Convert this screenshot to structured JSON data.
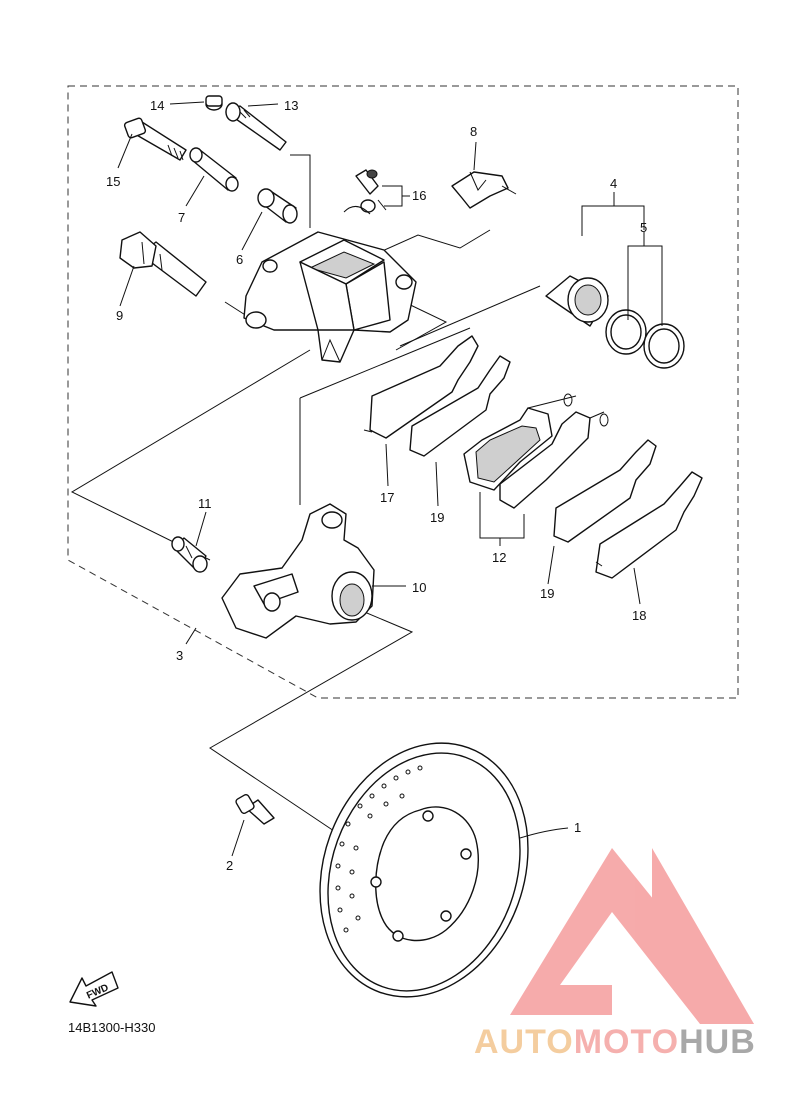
{
  "diagram_code": "14B1300-H330",
  "fwd_label": "FWD",
  "callouts": {
    "p1": "1",
    "p2": "2",
    "p3": "3",
    "p4": "4",
    "p5": "5",
    "p6": "6",
    "p7": "7",
    "p8": "8",
    "p9": "9",
    "p10": "10",
    "p11": "11",
    "p12": "12",
    "p13": "13",
    "p14": "14",
    "p15": "15",
    "p16": "16",
    "p17": "17",
    "p18": "18",
    "p19a": "19",
    "p19b": "19"
  },
  "watermark": {
    "word_auto": "AUTO",
    "word_moto": "MOTO",
    "word_hub": "HUB",
    "color_auto": "#f3c58f",
    "color_moto": "#f4a3a0",
    "color_hub": "#9a9a9a",
    "color_mark": "#f59c9c"
  }
}
